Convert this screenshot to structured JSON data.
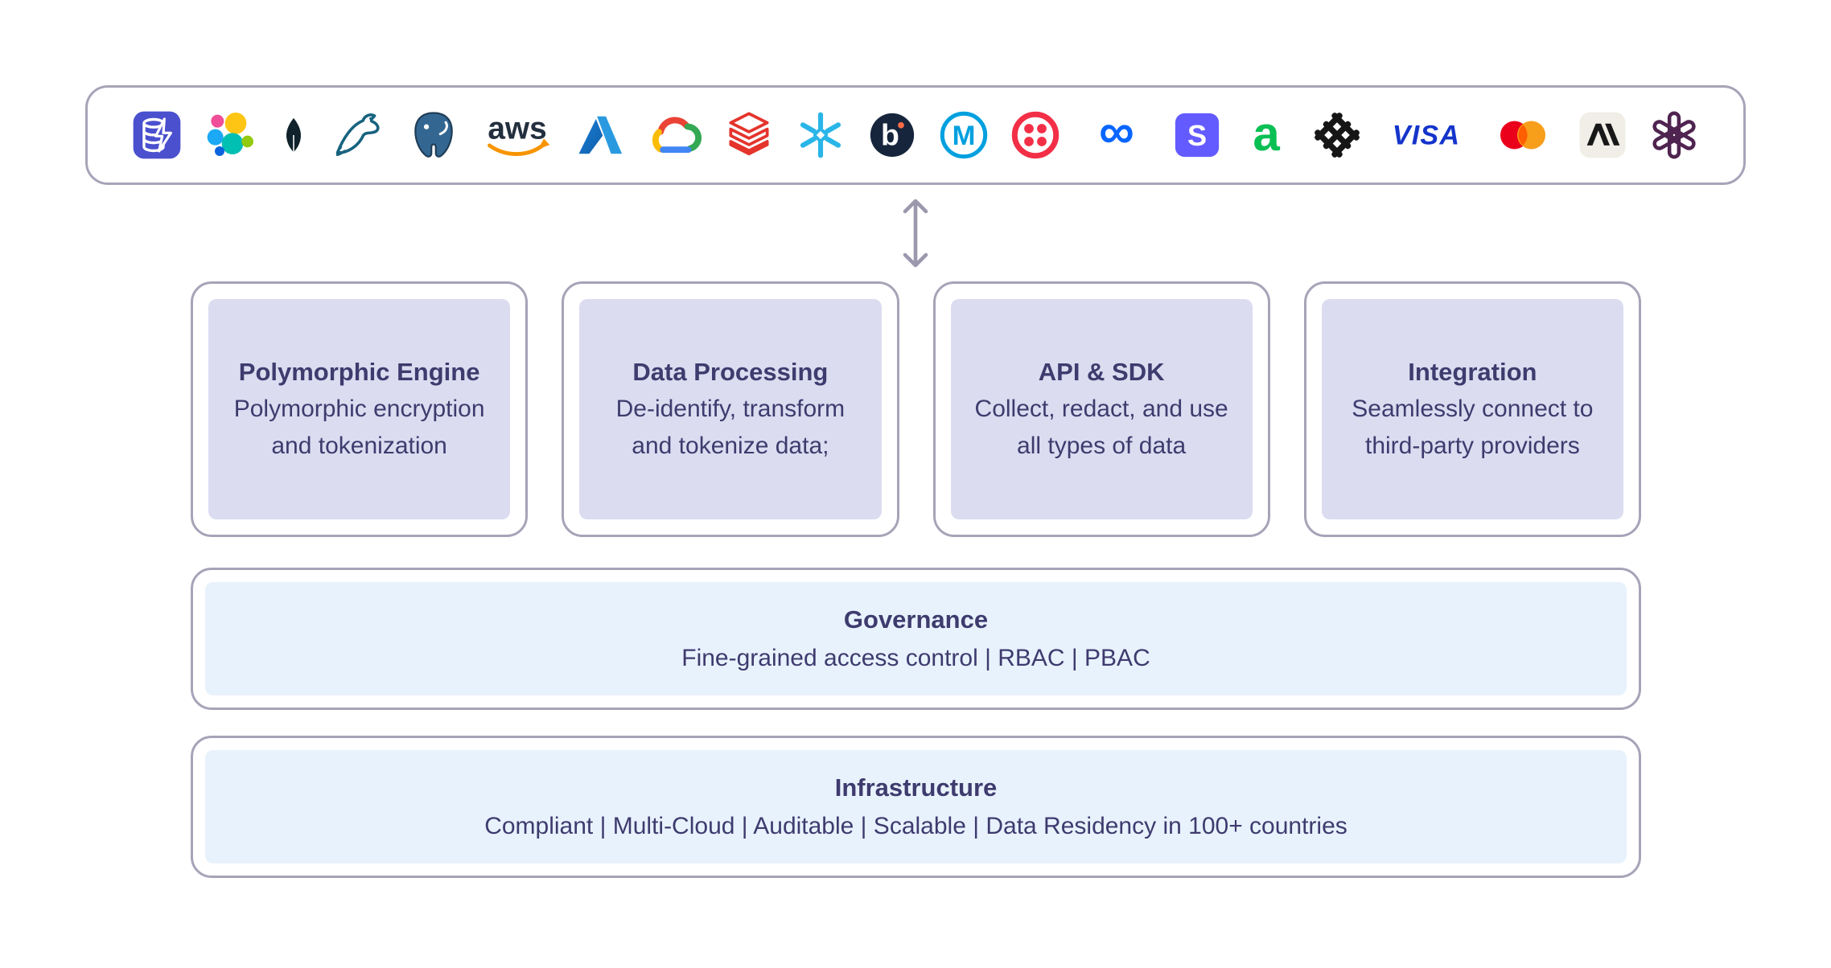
{
  "layer_cards": [
    {
      "title": "Polymorphic Engine",
      "body": "Polymorphic encryption and tokenization"
    },
    {
      "title": "Data Processing",
      "body": "De-identify, transform and tokenize data;"
    },
    {
      "title": "API & SDK",
      "body": "Collect, redact, and use all types of data"
    },
    {
      "title": "Integration",
      "body": "Seamlessly connect to third-party providers"
    }
  ],
  "governance": {
    "title": "Governance",
    "body": "Fine-grained access control | RBAC | PBAC"
  },
  "infrastructure": {
    "title": "Infrastructure",
    "body": "Compliant | Multi-Cloud | Auditable | Scalable  | Data Residency in 100+ countries"
  },
  "logos": [
    {
      "id": "dynamodb"
    },
    {
      "id": "elasticsearch"
    },
    {
      "id": "mongodb"
    },
    {
      "id": "mysql"
    },
    {
      "id": "postgresql"
    },
    {
      "id": "aws",
      "text": "aws"
    },
    {
      "id": "azure"
    },
    {
      "id": "google-cloud"
    },
    {
      "id": "databricks"
    },
    {
      "id": "snowflake"
    },
    {
      "id": "braze",
      "text": "b"
    },
    {
      "id": "mulesoft",
      "text": "M"
    },
    {
      "id": "twilio"
    },
    {
      "id": "meta",
      "text": "∞"
    },
    {
      "id": "stripe",
      "text": "S"
    },
    {
      "id": "adyen",
      "text": "a"
    },
    {
      "id": "plaid"
    },
    {
      "id": "visa",
      "text": "VISA"
    },
    {
      "id": "mastercard"
    },
    {
      "id": "anthropic",
      "text": "A\\"
    },
    {
      "id": "openai"
    }
  ],
  "icons": {
    "connection_arrow": "bidirectional-vertical-arrow"
  },
  "colors": {
    "outline": "#a7a3b8",
    "card_fill": "#dbdcf0",
    "bar_fill": "#e8f2fd",
    "text": "#3e3b6e",
    "arrow": "#9b97ad"
  }
}
